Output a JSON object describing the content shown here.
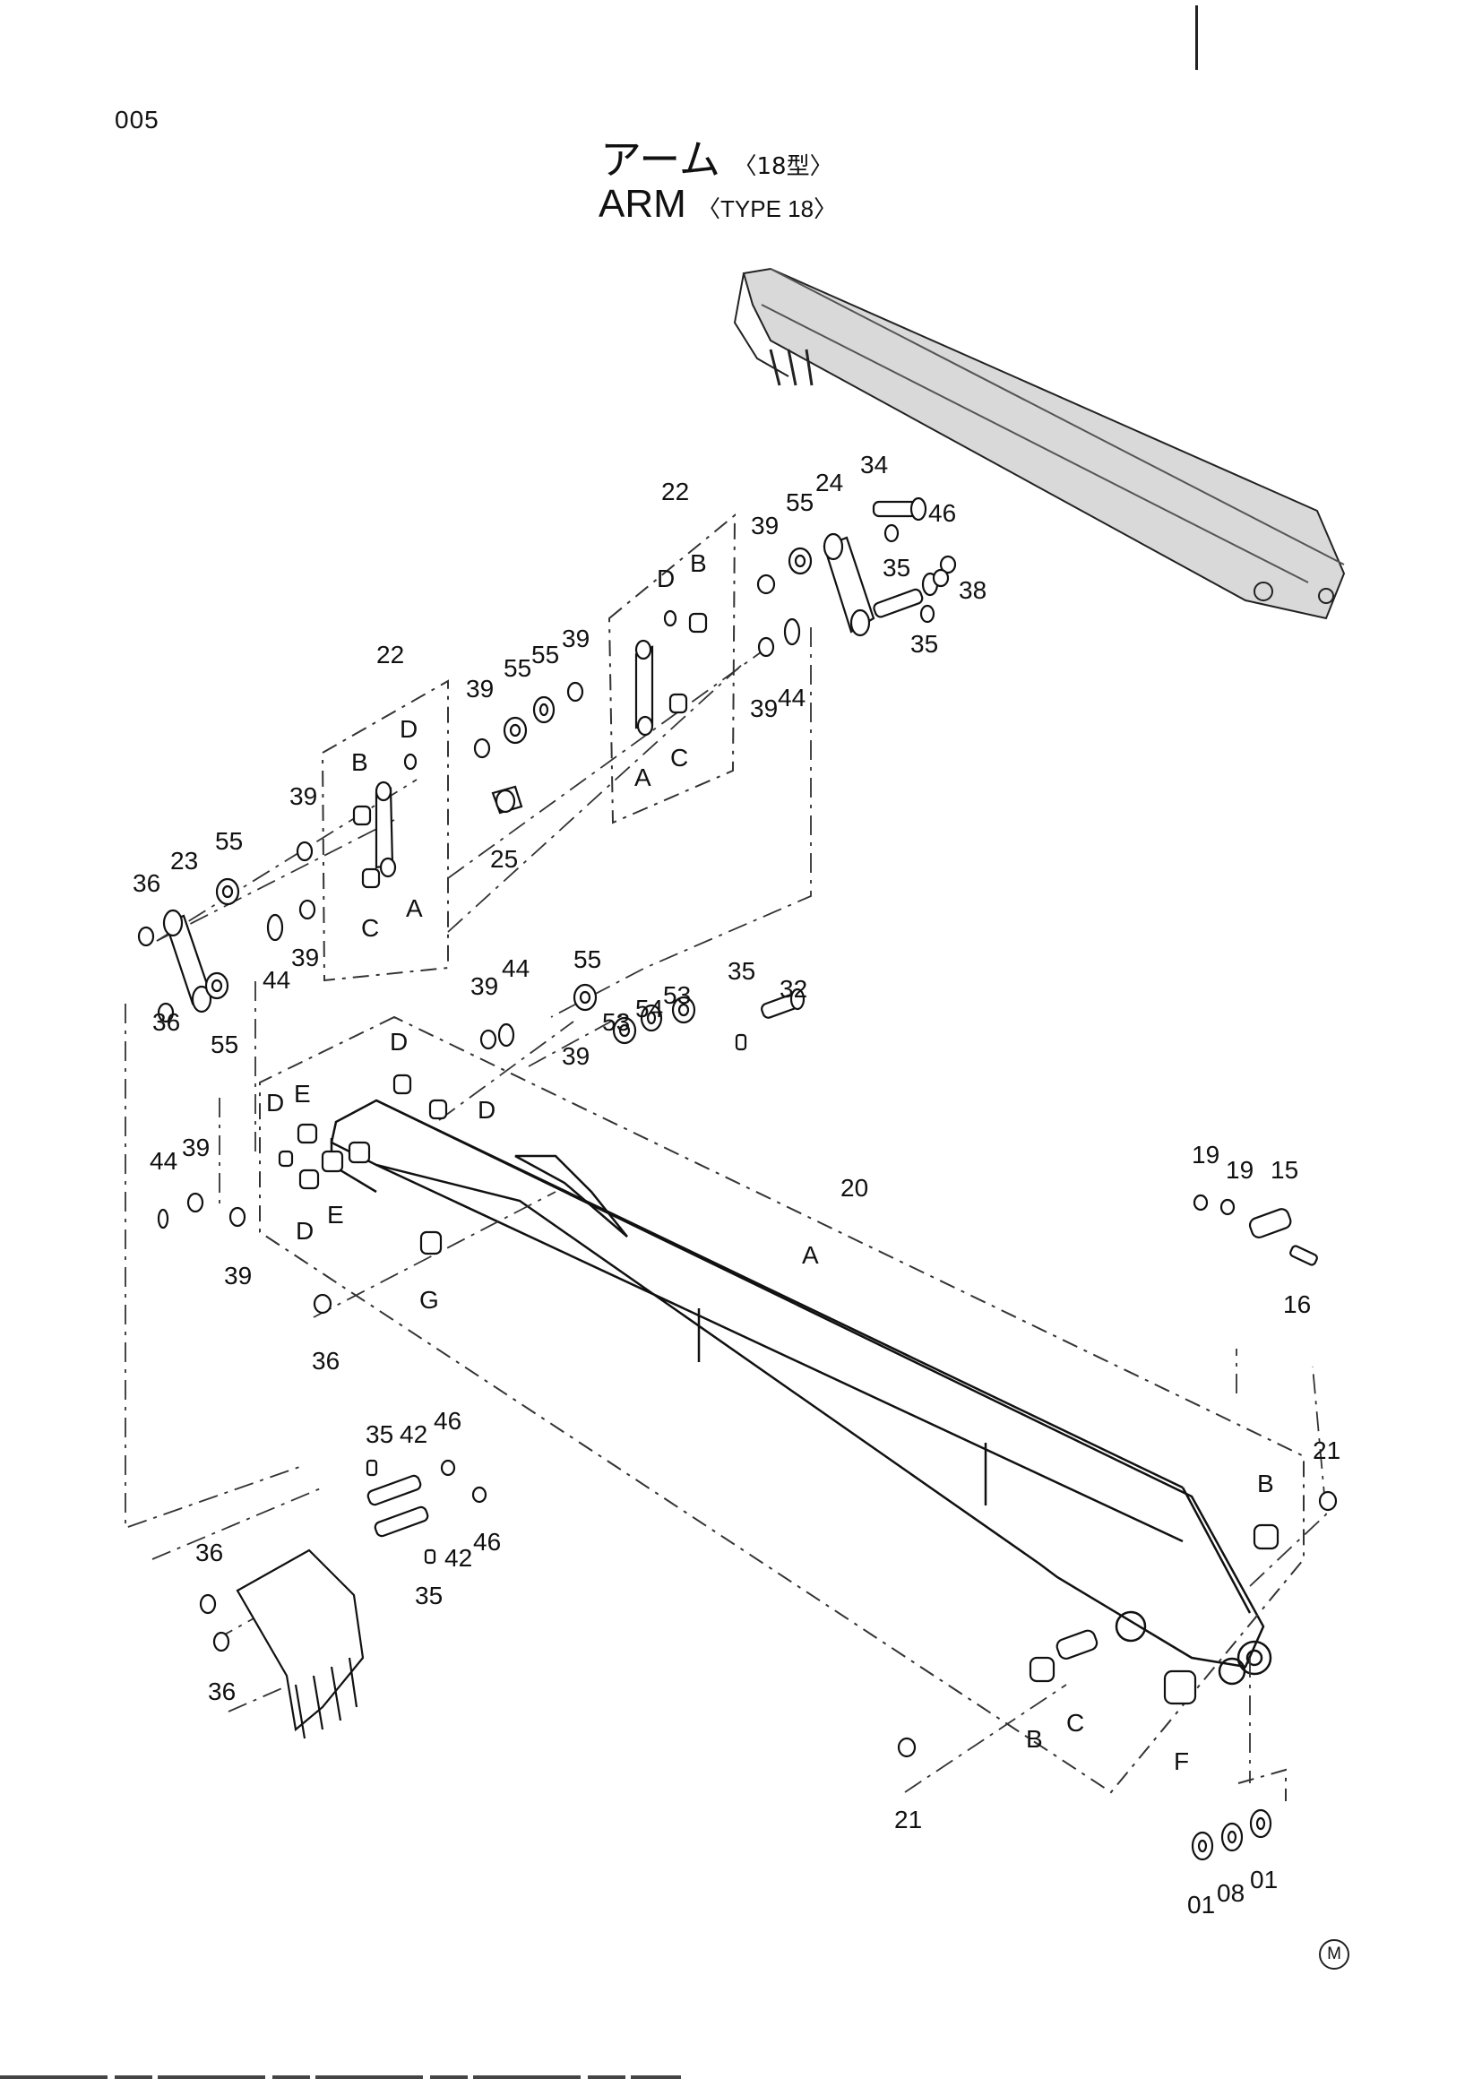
{
  "page": {
    "number": "005"
  },
  "title": {
    "ja_main": "アーム",
    "ja_sub": "〈18型〉",
    "en_main": "ARM",
    "en_sub": "〈TYPE 18〉"
  },
  "mark": "M",
  "callouts": [
    "34",
    "46",
    "35",
    "38",
    "35",
    "24",
    "55",
    "39",
    "22",
    "B",
    "D",
    "39",
    "44",
    "C",
    "A",
    "22",
    "D",
    "B",
    "39",
    "55",
    "39",
    "55",
    "55",
    "39",
    "25",
    "23",
    "36",
    "C",
    "A",
    "39",
    "44",
    "36",
    "55",
    "39",
    "44",
    "55",
    "35",
    "32",
    "53",
    "54",
    "53",
    "D",
    "39",
    "D",
    "D",
    "E",
    "39",
    "44",
    "E",
    "D",
    "39",
    "G",
    "36",
    "20",
    "A",
    "19",
    "19",
    "15",
    "16",
    "21",
    "B",
    "C",
    "F",
    "B",
    "21",
    "01",
    "08",
    "01",
    "35",
    "42",
    "46",
    "42",
    "46",
    "35",
    "36",
    "36"
  ]
}
